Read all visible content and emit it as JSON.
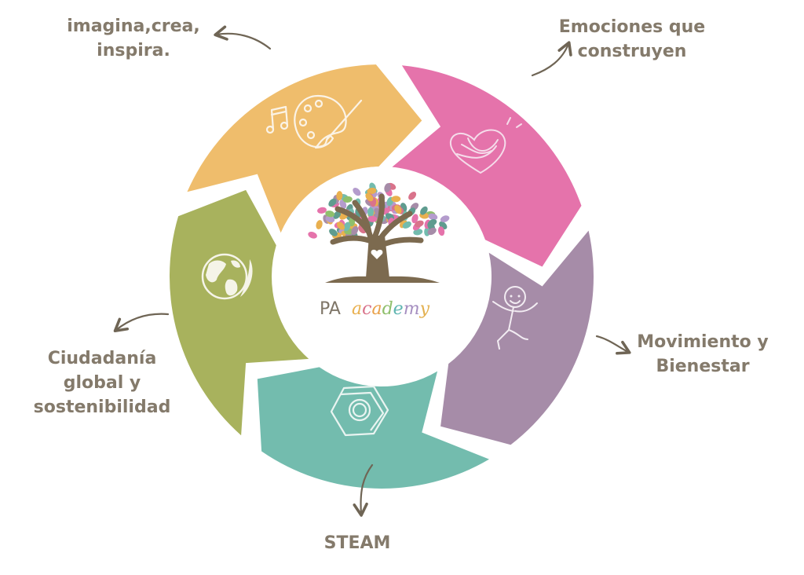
{
  "diagram": {
    "type": "cycle",
    "center_logo": {
      "brand": "PA",
      "word": "academy",
      "word_letter_colors": [
        "#e9b04f",
        "#d9738b",
        "#e9a048",
        "#8fbf6c",
        "#5fb5b1",
        "#a58ec0",
        "#e3b04f"
      ]
    },
    "segments": [
      {
        "id": "arte",
        "color": "#efbd6c",
        "icon": "music-palette-brush-icon",
        "label_lines": [
          "imagina,crea,",
          "inspira."
        ]
      },
      {
        "id": "emociones",
        "color": "#e573ab",
        "icon": "heart-icon",
        "label_lines": [
          "Emociones que",
          "construyen"
        ]
      },
      {
        "id": "movimiento",
        "color": "#a68ca8",
        "icon": "stick-figure-icon",
        "label_lines": [
          "Movimiento y",
          "Bienestar"
        ]
      },
      {
        "id": "steam",
        "color": "#73bcae",
        "icon": "hex-nut-icon",
        "label_lines": [
          "STEAM"
        ]
      },
      {
        "id": "ciudadania",
        "color": "#a8b25d",
        "icon": "globe-leaf-icon",
        "label_lines": [
          "Ciudadanía",
          "global y",
          "sostenibilidad"
        ]
      }
    ],
    "colors": {
      "text": "#847a6b",
      "arrow": "#6f6555",
      "tree_trunk": "#7c6a4f",
      "background": "#ffffff"
    }
  }
}
